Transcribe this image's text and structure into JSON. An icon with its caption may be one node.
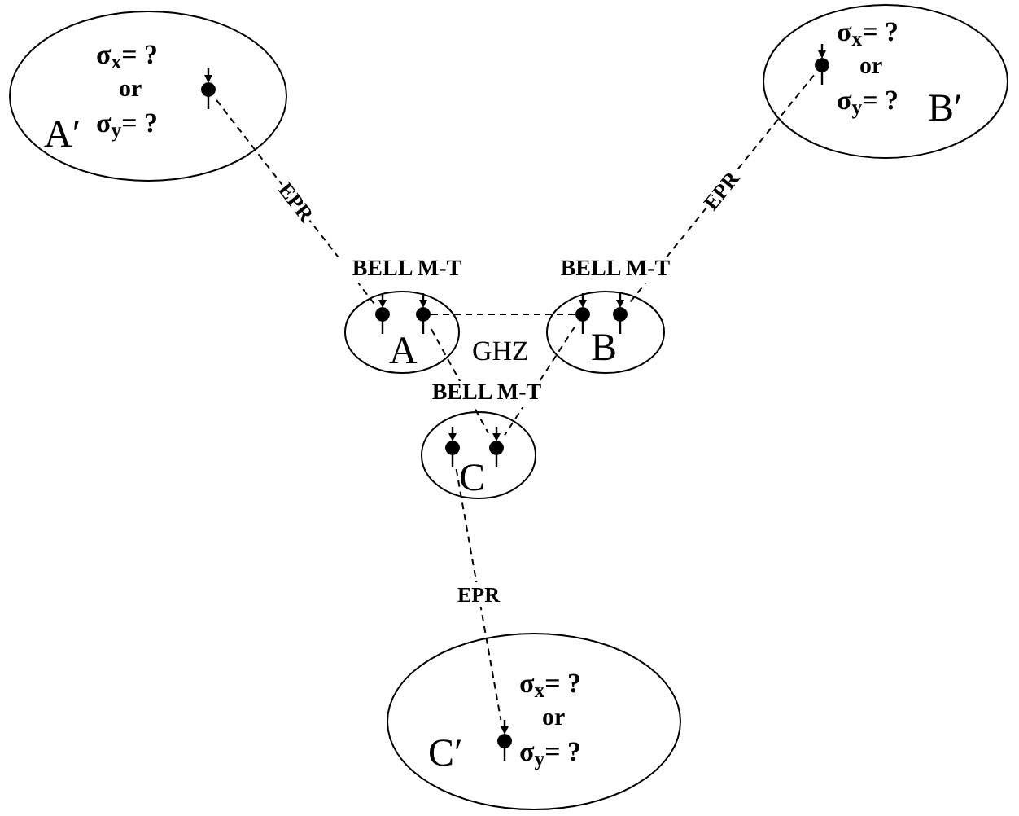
{
  "diagram": {
    "nodes": [
      {
        "text": [
          "σ$_{x}$= ?",
          "or",
          "σ$_{y}$= ?",
          "A′"
        ]
      },
      {
        "text": [],
        "shape": "circle",
        "in": 0
      },
      {
        "text": [
          "σ$_{x}$= ?",
          "or",
          "σ$_{y}$= ?",
          "B′"
        ]
      },
      {
        "text": [],
        "shape": "circle",
        "in": 2
      },
      {
        "text": [
          "BELL M-T",
          "A"
        ]
      },
      {
        "text": [],
        "shape": "circle",
        "in": 4
      },
      {
        "text": [],
        "shape": "circle",
        "in": 4
      },
      {
        "text": [
          "BELL M-T",
          "B"
        ]
      },
      {
        "text": [],
        "shape": "circle",
        "in": 7
      },
      {
        "text": [],
        "shape": "circle",
        "in": 7
      },
      {
        "text": [
          "BELL M-T",
          "C"
        ]
      },
      {
        "text": [],
        "shape": "circle",
        "in": 10
      },
      {
        "text": [],
        "shape": "circle",
        "in": 10
      },
      {
        "text": [
          "σ$_{x}$= ?",
          "or",
          "σ$_{y}$= ?",
          "C′"
        ]
      },
      {
        "text": [],
        "shape": "circle",
        "in": 13
      }
    ],
    "edges": [
      {
        "from": 1,
        "to": 5,
        "arrow": "none",
        "label": "EPR",
        "style": "dashed"
      },
      {
        "from": 3,
        "to": 9,
        "arrow": "none",
        "label": "EPR",
        "style": "dashed"
      },
      {
        "from": 6,
        "to": 8,
        "arrow": "none",
        "style": "dashed"
      },
      {
        "from": 6,
        "to": 12,
        "arrow": "none",
        "style": "dashed"
      },
      {
        "from": 8,
        "to": 12,
        "arrow": "none",
        "style": "dashed"
      },
      {
        "from": 11,
        "to": 14,
        "arrow": "none",
        "label": "EPR",
        "style": "dashed"
      }
    ],
    "labels": [
      "GHZ"
    ]
  }
}
